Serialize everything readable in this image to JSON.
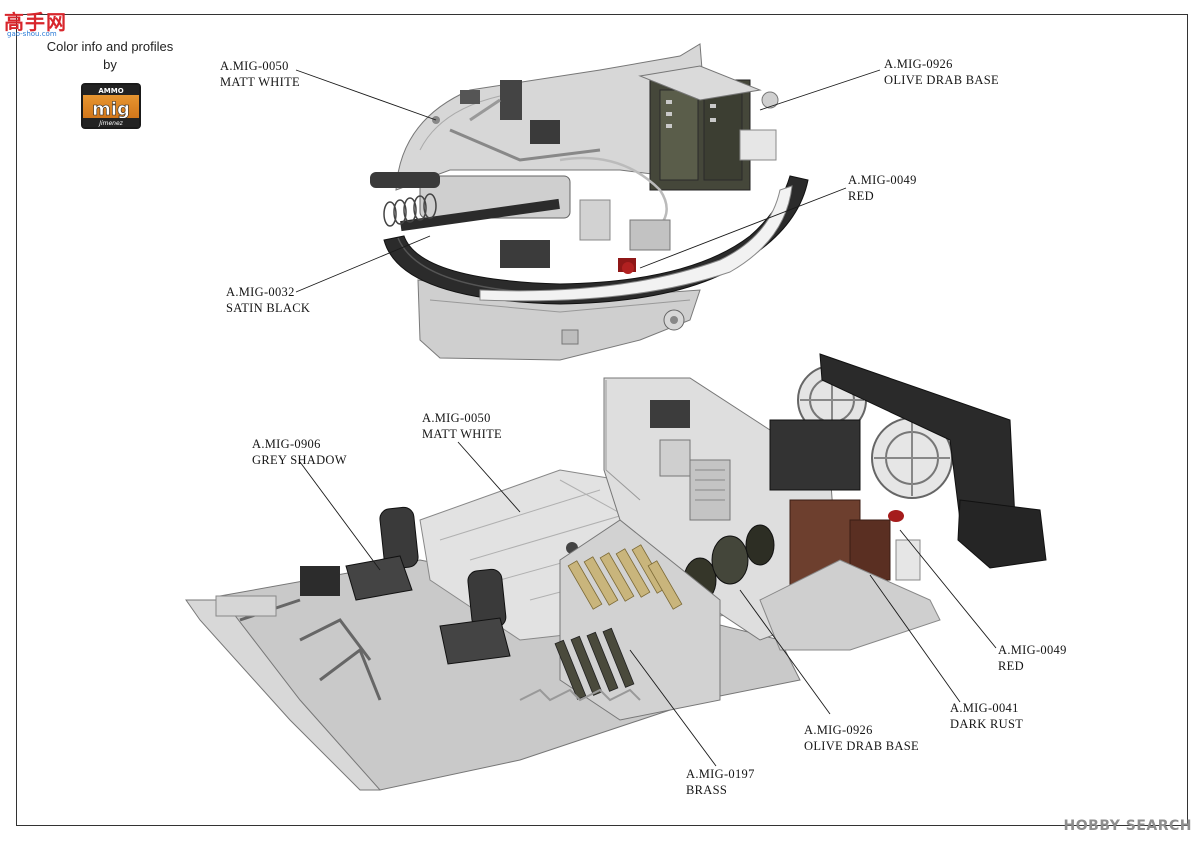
{
  "header": {
    "credit_line1": "Color info and profiles",
    "credit_line2": "by"
  },
  "site_logo": {
    "chars": "高手网",
    "sub": "gao-shou.com"
  },
  "mig_logo": {
    "top_text": "AMMO",
    "main_text": "mig",
    "bottom_text": "Jimenez"
  },
  "callouts": [
    {
      "code": "A.MIG-0050",
      "name": "MATT WHITE"
    },
    {
      "code": "A.MIG-0926",
      "name": "OLIVE DRAB BASE"
    },
    {
      "code": "A.MIG-0049",
      "name": "RED"
    },
    {
      "code": "A.MIG-0032",
      "name": "SATIN BLACK"
    },
    {
      "code": "A.MIG-0050",
      "name": "MATT WHITE"
    },
    {
      "code": "A.MIG-0906",
      "name": "GREY SHADOW"
    },
    {
      "code": "A.MIG-0049",
      "name": "RED"
    },
    {
      "code": "A.MIG-0041",
      "name": "DARK RUST"
    },
    {
      "code": "A.MIG-0926",
      "name": "OLIVE DRAB BASE"
    },
    {
      "code": "A.MIG-0197",
      "name": "BRASS"
    }
  ],
  "watermark": "HOBBY SEARCH",
  "colors": {
    "frame": "#333333",
    "leader": "#1a1a1a",
    "light_grey": "#dcdcdc",
    "mid_grey": "#b7b7b7",
    "dark": "#2b2b2b",
    "olive": "#4b4f3a",
    "red": "#9d1b1b",
    "brass": "#c8b47a",
    "rust": "#6b3a2a"
  }
}
